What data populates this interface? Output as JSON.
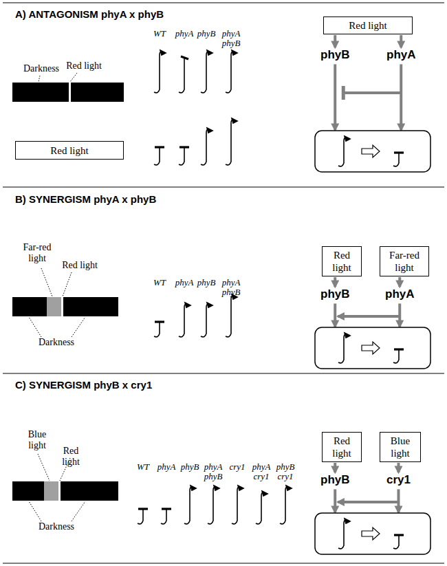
{
  "diagram": {
    "nodes": [
      {
        "text": [
          "Red light"
        ]
      },
      {
        "text": [
          "Red light"
        ]
      },
      {
        "text": [
          "phyB"
        ]
      },
      {
        "text": [
          "phyA"
        ]
      },
      {
        "text": [
          "Red light"
        ]
      },
      {
        "text": [
          "Far-red light"
        ]
      },
      {
        "text": [
          "phyB"
        ]
      },
      {
        "text": [
          "phyA"
        ]
      },
      {
        "text": [
          "Red light"
        ]
      },
      {
        "text": [
          "Blue light"
        ]
      },
      {
        "text": [
          "phyB"
        ]
      },
      {
        "text": [
          "cry1"
        ]
      }
    ],
    "edges": [
      {
        "from": 1,
        "to": 2,
        "arrow": "to"
      },
      {
        "from": 1,
        "to": 3,
        "arrow": "to"
      },
      {
        "from": 4,
        "to": 6,
        "arrow": "to"
      },
      {
        "from": 5,
        "to": 7,
        "arrow": "to"
      },
      {
        "from": 8,
        "to": 10,
        "arrow": "to"
      },
      {
        "from": 9,
        "to": 11,
        "arrow": "to"
      }
    ],
    "labels": [
      "A) ANTAGONISM phyA x phyB",
      "Darkness",
      "Red light",
      "WT",
      "phyA",
      "phyB",
      "phyA phyB",
      "B) SYNERGISM phyA x phyB",
      "Far-red light",
      "Red light",
      "Darkness",
      "WT",
      "phyA",
      "phyB",
      "phyA phyB",
      "C) SYNERGISM phyB x cry1",
      "Blue light",
      "Red light",
      "Darkness",
      "WT",
      "phyA",
      "phyB",
      "phyA phyB",
      "cry1",
      "phyA cry1",
      "phyB cry1"
    ]
  }
}
